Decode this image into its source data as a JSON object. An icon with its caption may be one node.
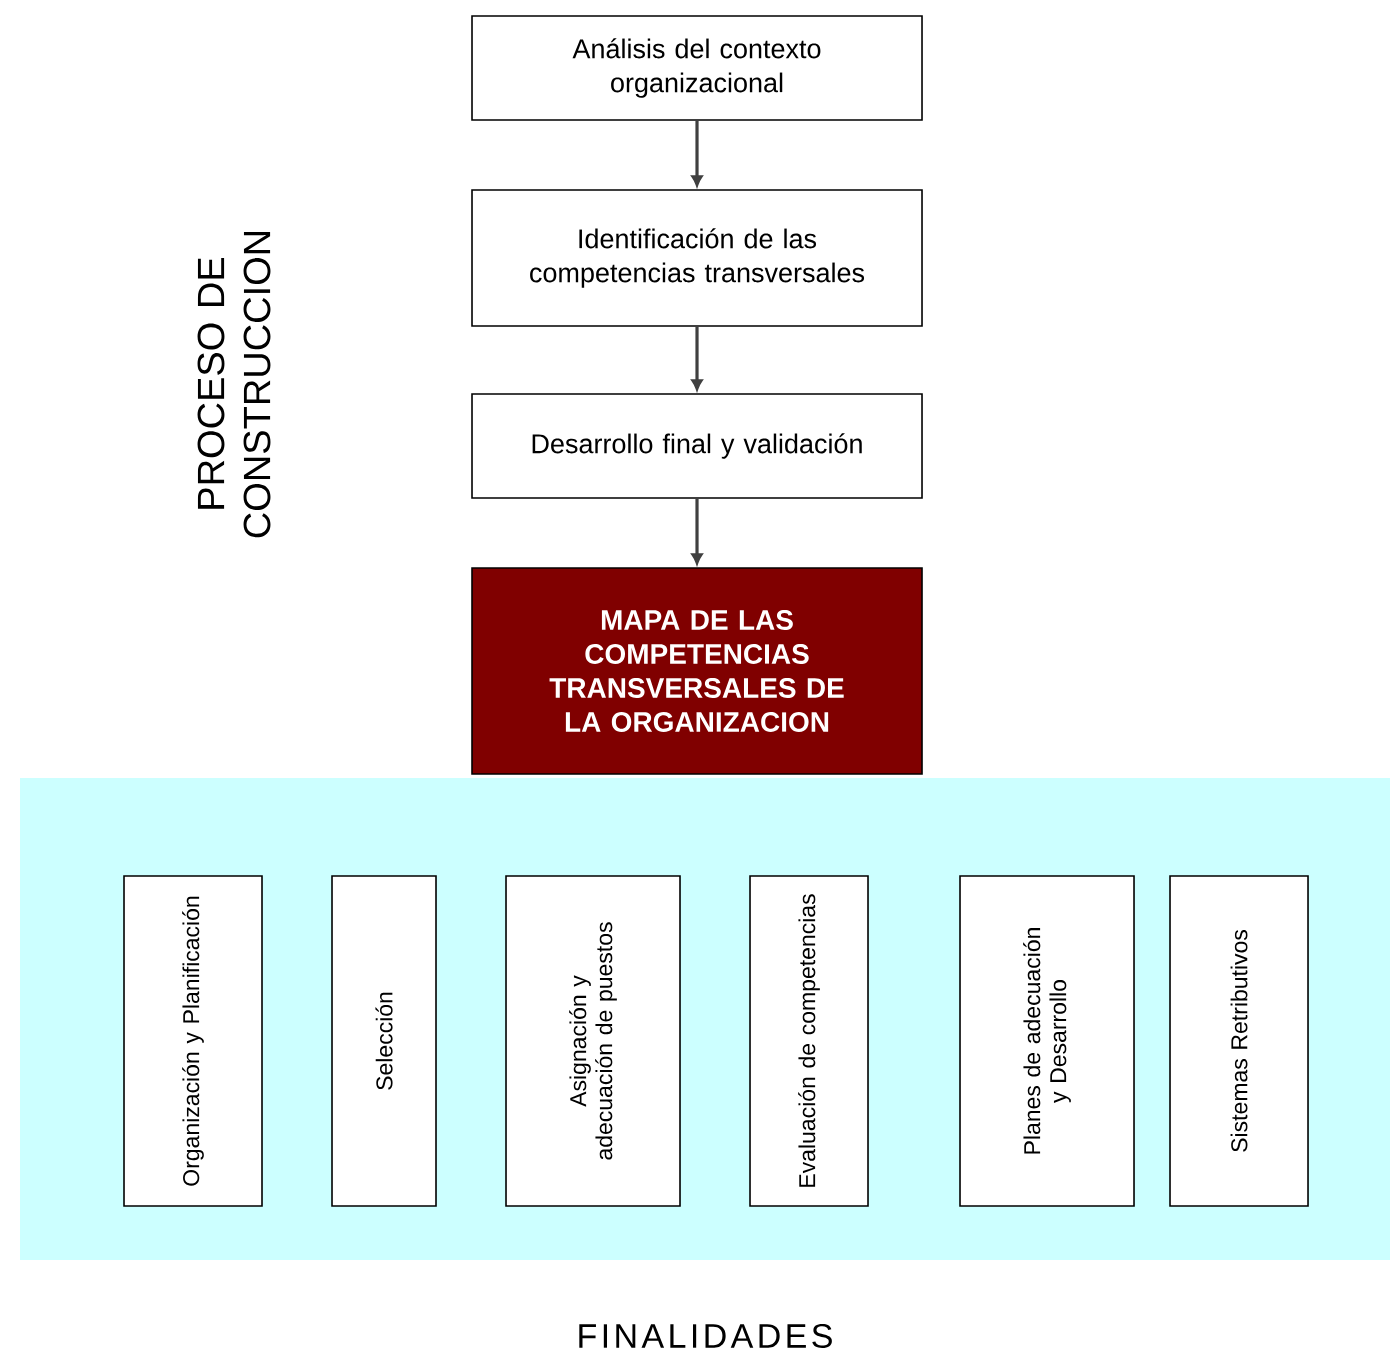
{
  "diagram": {
    "nodes": [
      {
        "text": [
          "Análisis del contexto organizacional"
        ]
      },
      {
        "text": [
          "Identificación de las competencias transversales"
        ]
      },
      {
        "text": [
          "Desarrollo final y validación"
        ]
      },
      {
        "text": [
          "MAPA DE LAS COMPETENCIAS TRANSVERSALES DE LA ORGANIZACION"
        ]
      },
      {
        "text": [
          "FINALIDADES"
        ]
      },
      {
        "text": [
          "Organización y Planificación"
        ],
        "in": 4
      },
      {
        "text": [
          "Selección"
        ],
        "in": 4
      },
      {
        "text": [
          "Asignación y adecuación de puestos"
        ],
        "in": 4
      },
      {
        "text": [
          "Evaluación de competencias"
        ],
        "in": 4
      },
      {
        "text": [
          "Planes de adecuación y Desarrollo"
        ],
        "in": 4
      },
      {
        "text": [
          "Sistemas Retributivos"
        ],
        "in": 4
      }
    ],
    "edges": [
      {
        "from": 0,
        "to": 1,
        "arrow": "to"
      },
      {
        "from": 1,
        "to": 2,
        "arrow": "to"
      },
      {
        "from": 2,
        "to": 3,
        "arrow": "to"
      }
    ],
    "labels": [
      "PROCESO DE CONSTRUCCION"
    ]
  }
}
